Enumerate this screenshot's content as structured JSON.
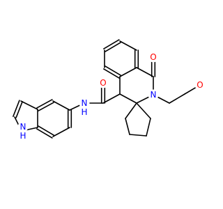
{
  "atoms": [
    {
      "id": "indole-nh",
      "symbol": "N",
      "suffix": "H",
      "name": "indole-n1",
      "color": "#0000ff",
      "tip": "H",
      "tip_pos": "below"
    },
    {
      "id": "amide-nh",
      "symbol": "N",
      "suffix": "H",
      "name": "amide-nitrogen",
      "color": "#0000ff",
      "tip": "H",
      "tip_pos": "below"
    },
    {
      "id": "amide-o",
      "symbol": "O",
      "name": "amide-carbonyl-oxygen",
      "color": "#ff0000"
    },
    {
      "id": "lactam-n",
      "symbol": "N",
      "name": "lactam-nitrogen",
      "color": "#0000ff"
    },
    {
      "id": "lactam-o",
      "symbol": "O",
      "name": "lactam-carbonyl-oxygen",
      "color": "#ff0000"
    },
    {
      "id": "ether-o",
      "symbol": "O",
      "name": "methoxy-oxygen",
      "color": "#ff0000"
    }
  ],
  "colors": {
    "bond": "#000000",
    "nitrogen": "#0000ff",
    "oxygen": "#ff0000",
    "background": "#ffffff"
  }
}
